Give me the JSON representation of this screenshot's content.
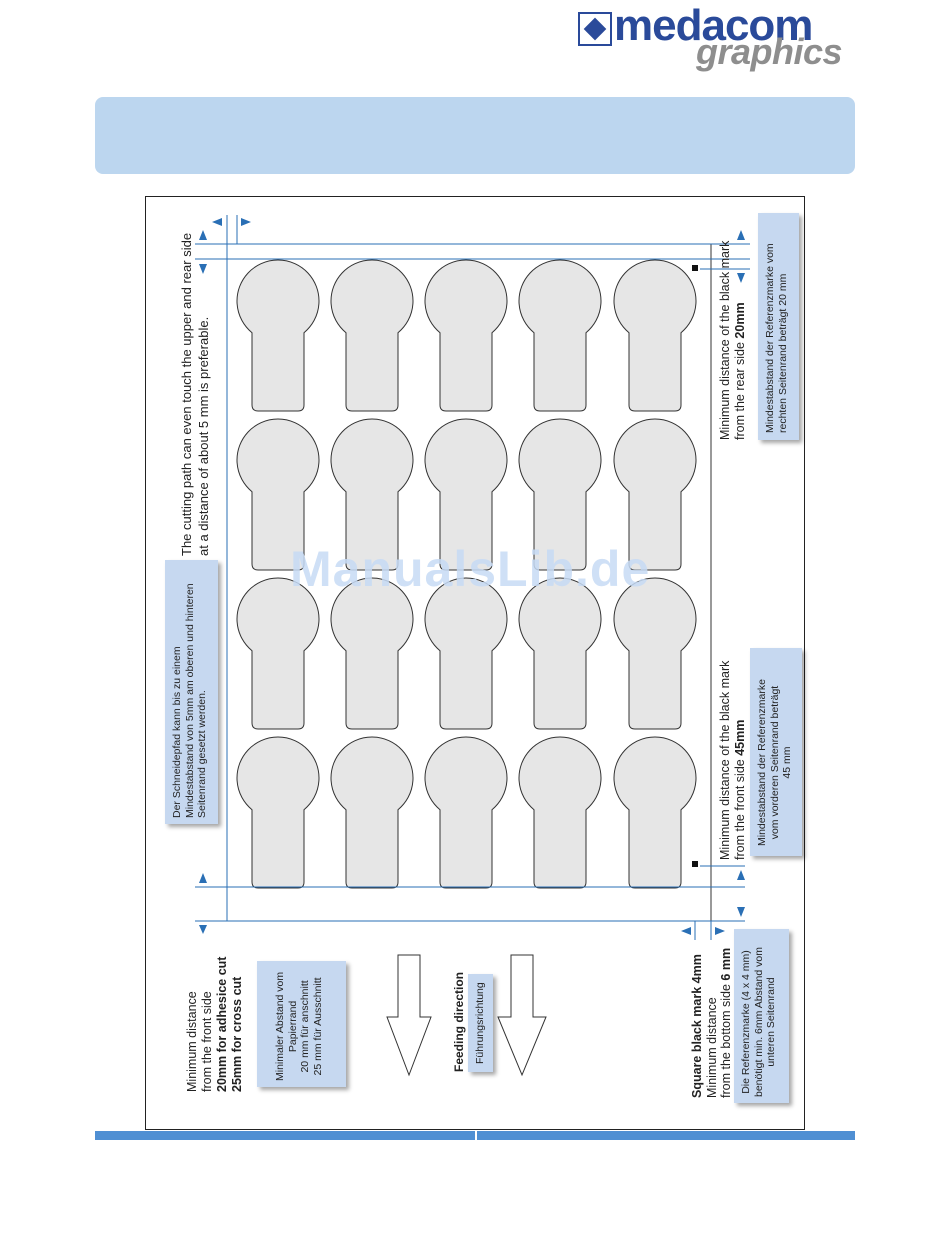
{
  "logo": {
    "brand": "medacom",
    "sub": "graphics",
    "icon": "diamond-logo-icon",
    "color": "#2a4a9a"
  },
  "watermark": "ManualsLib.de",
  "annotations": {
    "cutting_path_en": [
      "The cutting path can even touch the upper and rear side",
      "at a distance of about 5 mm is preferable."
    ],
    "cutting_path_de": [
      "Der Schneidepfad kann bis zu einem",
      "Mindestabstand von 5mm am oberen und hinteren",
      "Seitenrand gesetzt werden."
    ],
    "rear_side_en": {
      "line1": "Minimum distance of the black mark",
      "line2_prefix": "from the rear side  ",
      "value": "20mm"
    },
    "rear_side_de": [
      "Mindestabstand der Referenzmarke vom",
      "rechten Seitenrand beträgt 20 mm"
    ],
    "front_side_en": {
      "line1": "Minimum distance of the black mark",
      "line2_prefix": "from the front side  ",
      "value": "45mm"
    },
    "front_side_de": [
      "Mindestabstand der Referenzmarke",
      "vom vorderen Seitenrand beträgt",
      "45 mm"
    ],
    "min_distance_en": {
      "line1": "Minimum distance",
      "line2": "from the front side",
      "line3": "20mm for adhesice cut",
      "line4": "25mm for cross cut"
    },
    "min_distance_de": [
      "Minimaler Abstand vom",
      "Papierrand",
      "20 mm für anschnitt",
      "25 mm für Ausschnitt"
    ],
    "feeding_en": "Feeding direction",
    "feeding_de": "Führungsrichtung",
    "square_mark_en": {
      "line1_prefix": "Square black mark  ",
      "line1_value": "4mm",
      "line2": "Minimum distance",
      "line3_prefix": "from the bottom side  ",
      "line3_value": "6 mm"
    },
    "square_mark_de": [
      "Die Referenzmarke (4 x 4 mm)",
      "benötigt min. 6mm Abstand vom",
      "unteren Seitenrand"
    ]
  },
  "colors": {
    "band": "#bcd6ef",
    "note_box": "#c6d8f0",
    "dim_line": "#2a6fb5",
    "label_fill": "#e6e6e6",
    "footer": "#4f8fd3"
  }
}
